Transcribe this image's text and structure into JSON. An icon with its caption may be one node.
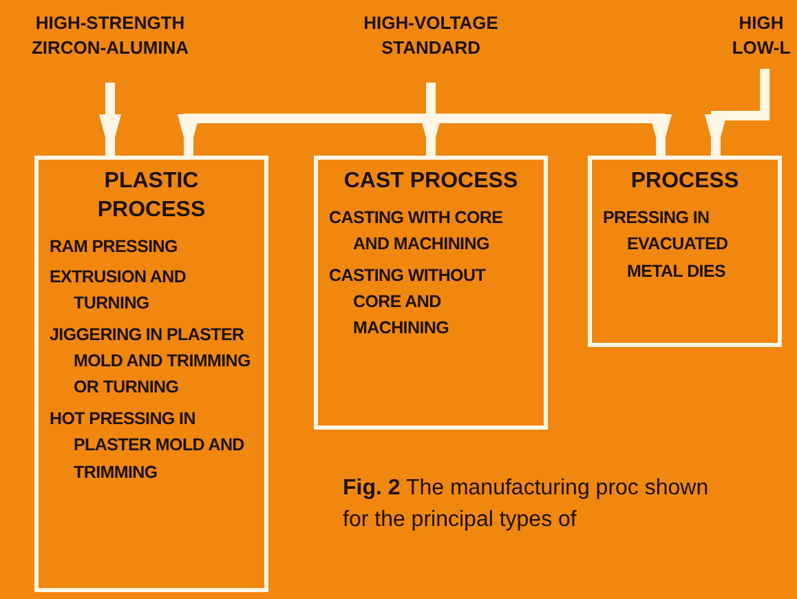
{
  "diagram": {
    "caption": "**Fig. 2** The manufacturing proc shown for the principal types of",
    "nodes": [
      {
        "text": [
          "HIGH-STRENGTH ZIRCON-ALUMINA"
        ]
      },
      {
        "text": [
          "HIGH-VOLTAGE STANDARD"
        ]
      },
      {
        "text": [
          "HIGH LOW-L"
        ]
      },
      {
        "text": [
          "PLASTIC PROCESS",
          "RAM PRESSING",
          "EXTRUSION AND TURNING",
          "JIGGERING IN PLASTER MOLD AND TRIMMING OR TURNING",
          "HOT PRESSING IN PLASTER MOLD AND TRIMMING"
        ]
      },
      {
        "text": [
          "CAST PROCESS",
          "CASTING WITH CORE AND MACHINING",
          "CASTING WITHOUT CORE AND MACHINING"
        ]
      },
      {
        "text": [
          "PROCESS",
          "PRESSING IN EVACUATED METAL DIES"
        ]
      }
    ],
    "edges": [
      {
        "from": 0,
        "to": 3,
        "arrow": "to"
      },
      {
        "from": 1,
        "to": 3,
        "arrow": "to"
      },
      {
        "from": 1,
        "to": 4,
        "arrow": "to"
      },
      {
        "from": 1,
        "to": 5,
        "arrow": "to"
      },
      {
        "from": 2,
        "to": 5,
        "arrow": "to"
      }
    ]
  }
}
